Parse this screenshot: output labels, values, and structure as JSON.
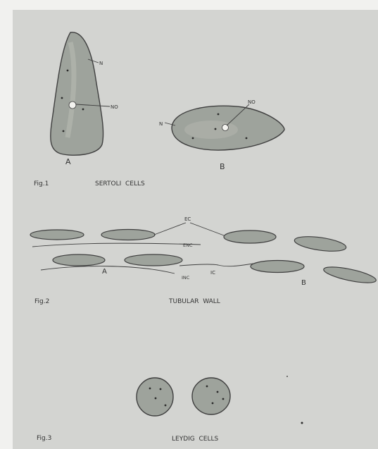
{
  "colors": {
    "paper": "#f1f1ef",
    "plate": "#d3d4d1",
    "cell_fill": "#9ea39c",
    "cell_stroke": "#3f3f3f",
    "ink": "#333333"
  },
  "fig1": {
    "caption": "Fig.1",
    "title": "SERTOLI  CELLS",
    "cell_a_label": "A",
    "cell_b_label": "B",
    "a_nucleus_label": "N",
    "a_nucleolus_label": "NO",
    "b_nucleus_label": "N",
    "b_nucleolus_label": "NO"
  },
  "fig2": {
    "caption": "Fig.2",
    "title": "TUBULAR  WALL",
    "ec_label": "EC",
    "enc_label": "ENC",
    "ic_label": "IC",
    "inc_label": "INC",
    "row_a_label": "A",
    "row_b_label": "B"
  },
  "fig3": {
    "caption": "Fig.3",
    "title": "LEYDIG  CELLS"
  }
}
